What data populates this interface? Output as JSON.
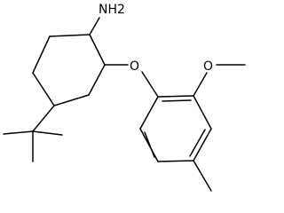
{
  "molecule": {
    "atoms": {
      "amine": "NH2",
      "ether_oxygen": "O",
      "methoxy_oxygen": "O"
    }
  },
  "colors": {
    "bond": "#000000",
    "label": "#000000",
    "background": "#ffffff"
  }
}
